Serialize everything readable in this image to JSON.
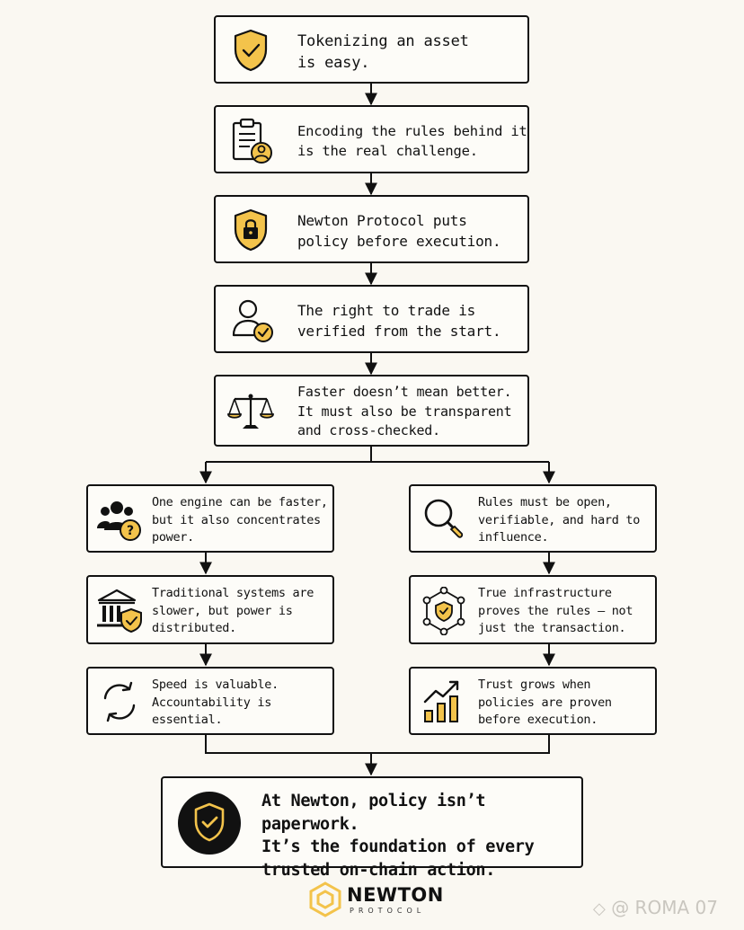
{
  "steps": [
    {
      "text": "Tokenizing an asset\nis easy.",
      "icon": "shield-check-icon"
    },
    {
      "text": "Encoding the rules behind it\nis the real challenge.",
      "icon": "clipboard-user-icon"
    },
    {
      "text": "Newton Protocol puts\npolicy before execution.",
      "icon": "shield-lock-icon"
    },
    {
      "text": "The right to trade is\nverified from the start.",
      "icon": "user-check-icon"
    },
    {
      "text": "Faster doesn’t mean better.\nIt must also be transparent\nand cross-checked.",
      "icon": "scales-icon"
    }
  ],
  "left_branch": [
    {
      "text": "One engine can be faster,\nbut it also concentrates\npower.",
      "icon": "group-question-icon"
    },
    {
      "text": "Traditional systems are\nslower, but power is\ndistributed.",
      "icon": "bank-shield-icon"
    },
    {
      "text": "Speed is valuable.\nAccountability is\nessential.",
      "icon": "cycle-arrows-icon"
    }
  ],
  "right_branch": [
    {
      "text": "Rules must be open,\nverifiable, and hard to\ninfluence.",
      "icon": "magnifier-icon"
    },
    {
      "text": "True infrastructure\nproves the rules — not\njust the transaction.",
      "icon": "network-shield-icon"
    },
    {
      "text": "Trust grows when\npolicies are proven\nbefore execution.",
      "icon": "growth-chart-icon"
    }
  ],
  "conclusion": {
    "text": "At Newton, policy isn’t paperwork.\nIt’s the foundation of every\ntrusted on-chain action.",
    "icon": "shield-check-badge-icon"
  },
  "logo": {
    "name": "NEWTON",
    "sub": "PROTOCOL"
  },
  "watermark": "@ ROMA 07",
  "colors": {
    "accent": "#f3c34b",
    "ink": "#111111",
    "background": "#faf8f2"
  }
}
